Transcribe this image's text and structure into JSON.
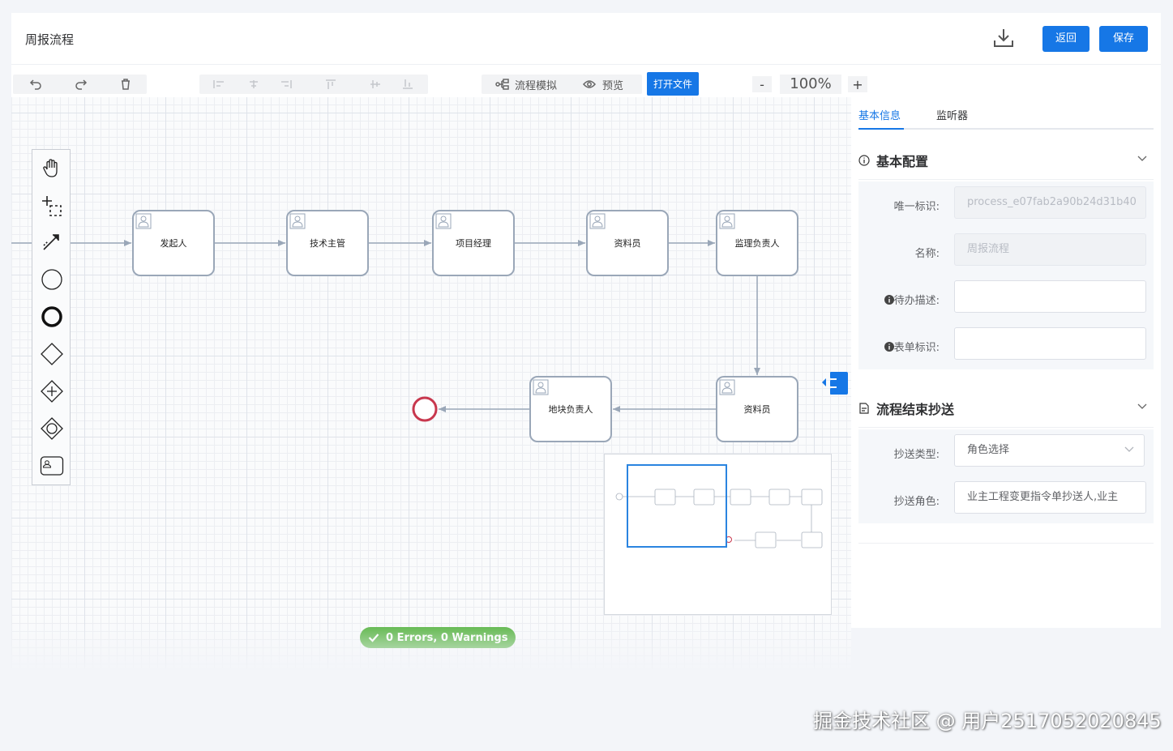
{
  "header": {
    "title": "周报流程",
    "back_label": "返回",
    "save_label": "保存",
    "download_icon": "download-icon"
  },
  "toolbar": {
    "simulate_label": "流程模拟",
    "preview_label": "预览",
    "open_file_label": "打开文件",
    "zoom_minus": "-",
    "zoom_value": "100%",
    "zoom_plus": "+"
  },
  "diagram": {
    "tasks": [
      {
        "label": "发起人"
      },
      {
        "label": "技术主管"
      },
      {
        "label": "项目经理"
      },
      {
        "label": "资料员"
      },
      {
        "label": "监理负责人"
      },
      {
        "label": "资料员"
      },
      {
        "label": "地块负责人"
      }
    ]
  },
  "status": {
    "text": "0 Errors, 0 Warnings"
  },
  "panel": {
    "tabs": [
      "基本信息",
      "监听器"
    ],
    "basic": {
      "title": "基本配置",
      "id_label": "唯一标识:",
      "id_value": "process_e07fab2a90b24d31b40",
      "name_label": "名称:",
      "name_value": "周报流程",
      "todo_label": "待办描述:",
      "todo_value": "",
      "form_label": "表单标识:",
      "form_value": ""
    },
    "cc": {
      "title": "流程结束抄送",
      "type_label": "抄送类型:",
      "type_value": "角色选择",
      "role_label": "抄送角色:",
      "role_value": "业主工程变更指令单抄送人,业主"
    }
  },
  "watermark": "掘金技术社区 @ 用户2517052020845",
  "colors": {
    "primary": "#1677e6",
    "success": "#52b13c",
    "end_event": "#c8384e",
    "task_stroke": "#9aa7b8"
  }
}
